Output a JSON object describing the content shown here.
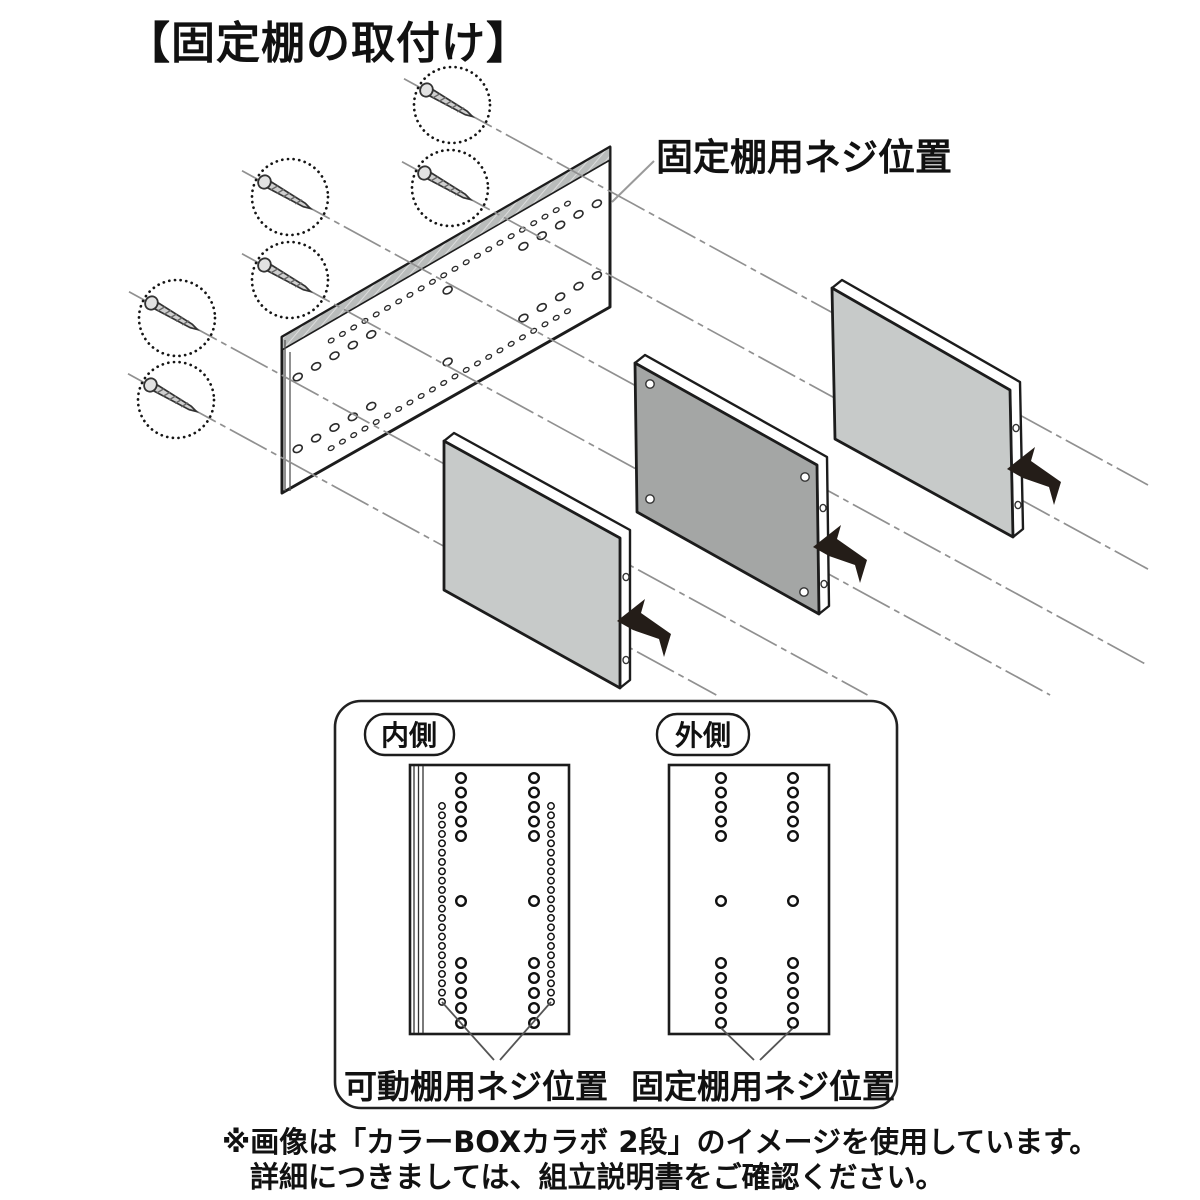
{
  "title": "【固定棚の取付け】",
  "exploded_view": {
    "screw_position_label": "固定棚用ネジ位置",
    "screw_count": 6,
    "shelf_count": 3
  },
  "panel_views": {
    "inner_label": "内側",
    "outer_label": "外側",
    "caption_movable": "可動棚用ネジ位置",
    "caption_fixed": "固定棚用ネジ位置"
  },
  "note": {
    "line1": "※画像は「カラーBOXカラボ 2段」のイメージを使用しています。",
    "line2": "詳細につきましては、組立説明書をご確認ください。"
  },
  "colors": {
    "outline": "#1c1c1c",
    "shelf_light": "#c7cac9",
    "shelf_dark": "#a4a6a5",
    "arrow": "#241d18",
    "guide_line": "#909090",
    "edge_hatch": "#b9bcbb"
  }
}
